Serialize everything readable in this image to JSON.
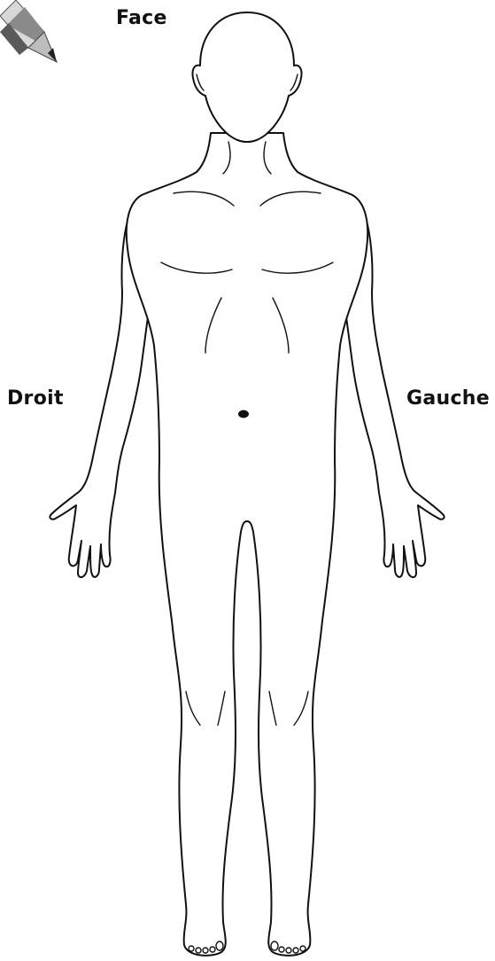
{
  "labels": {
    "face": "Face",
    "right_side": "Droit",
    "left_side": "Gauche"
  },
  "tools": {
    "pencil_icon": "pencil-icon"
  },
  "colors": {
    "line": "#111111",
    "background": "#ffffff",
    "pencil_dark": "#3a3a3a",
    "pencil_mid": "#8a8a8a",
    "pencil_light": "#d8d8d8"
  }
}
